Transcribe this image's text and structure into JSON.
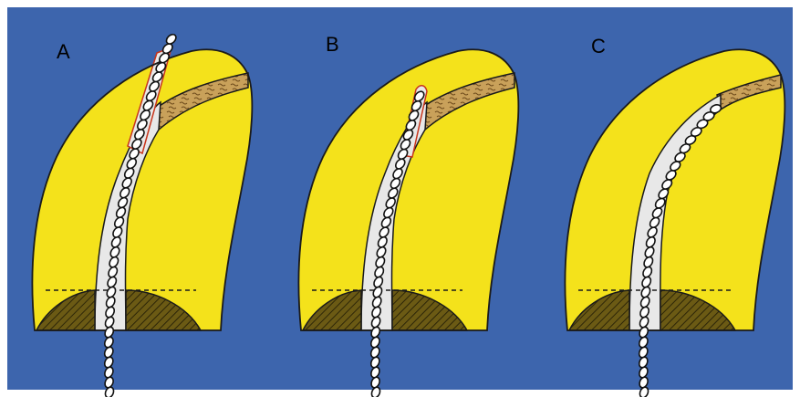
{
  "colors": {
    "background": "#3d65ad",
    "tooth": "#f4e21b",
    "canal": "#e8e8e8",
    "pulp_tissue": "#c9a15a",
    "hatch": "#5a4a10",
    "outline": "#1a1a1a",
    "cut_edge": "#c8351c",
    "border": "#ffffff"
  },
  "icons": [
    "endodontic-file-icon"
  ],
  "panels": [
    {
      "label": "A",
      "file_state": "perforating-outside-canal",
      "residual_pulp": true
    },
    {
      "label": "B",
      "file_state": "ledge-at-canal-curve",
      "residual_pulp": true
    },
    {
      "label": "C",
      "file_state": "following-canal-curvature",
      "residual_pulp": true
    }
  ]
}
